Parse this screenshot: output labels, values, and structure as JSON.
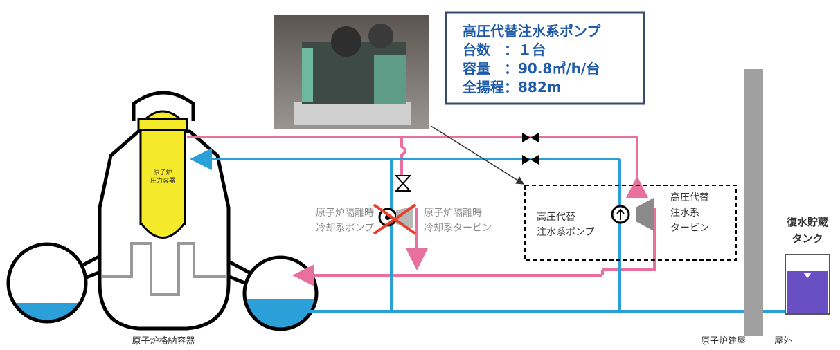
{
  "info_box": {
    "title": "高圧代替注水系ポンプ",
    "line1": "台数　：１台",
    "line2": "容量　：90.8㎥/h/台",
    "line3": "全揚程：882m"
  },
  "labels": {
    "rpv": [
      "原子炉",
      "圧力容器"
    ],
    "containment": "原子炉格納容器",
    "ric_pump": [
      "原子炉隔離時",
      "冷却系ポンプ"
    ],
    "ric_turbine": [
      "原子炉隔離時",
      "冷却系タービン"
    ],
    "hp_pump": [
      "高圧代替",
      "注水系ポンプ"
    ],
    "hp_turbine": [
      "高圧代替",
      "注水系",
      "タービン"
    ],
    "tank": [
      "復水貯蔵",
      "タンク"
    ],
    "reactor_building": "原子炉建屋",
    "outdoor": "屋外"
  },
  "colors": {
    "pink": "#e8709f",
    "blue": "#2a9fd8",
    "yellow": "#f4ea2a",
    "water": "#2a9fd8",
    "tank_fill": "#6a4fc4",
    "wall": "#a0a0a0",
    "cross": "#e8402a"
  }
}
